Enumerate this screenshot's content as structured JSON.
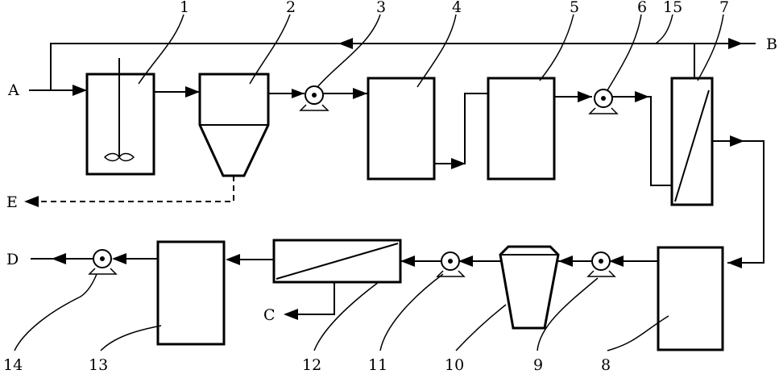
{
  "diagram": {
    "stream_labels": {
      "inlet": "A",
      "outlet_top": "B",
      "outlet_bottom": "C",
      "outlet_left": "D",
      "outlet_dashed": "E"
    },
    "unit_numbers": [
      "1",
      "2",
      "3",
      "4",
      "5",
      "6",
      "7",
      "8",
      "9",
      "10",
      "11",
      "12",
      "13",
      "14",
      "15"
    ]
  }
}
